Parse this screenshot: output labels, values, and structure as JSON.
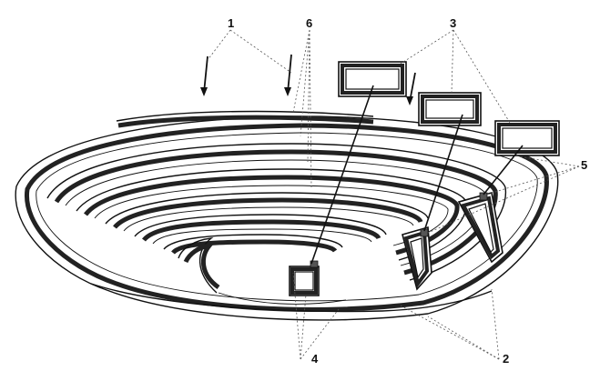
{
  "labels": {
    "l1": "1",
    "l2": "2",
    "l3": "3",
    "l4": "4",
    "l5": "5",
    "l6": "6"
  },
  "colors": {
    "ink": "#111111",
    "leader": "#555555",
    "background": "#ffffff"
  }
}
